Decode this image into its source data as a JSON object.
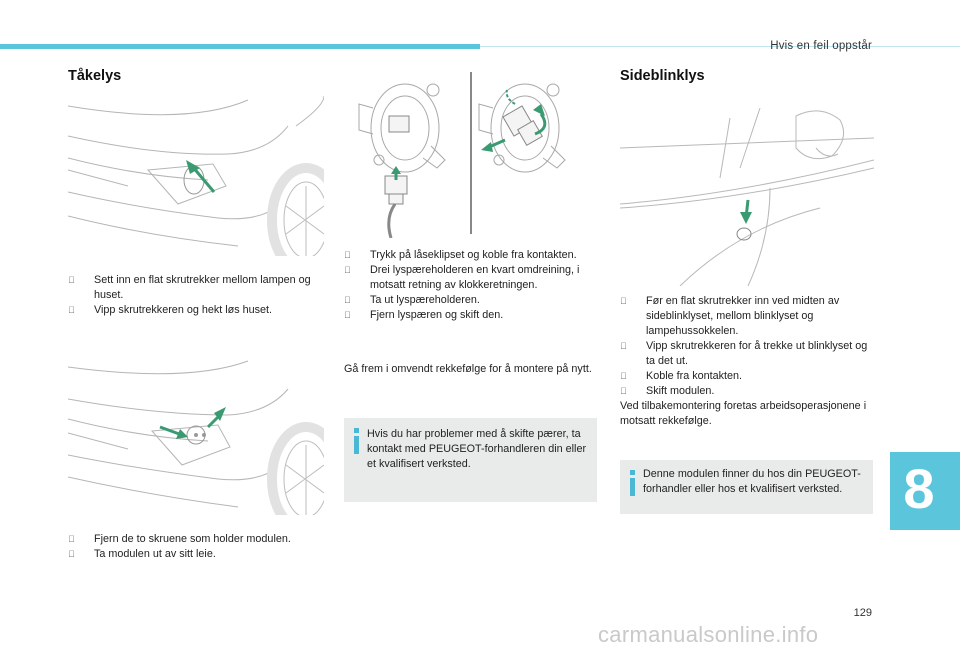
{
  "header": {
    "section_title": "Hvis en feil oppstår"
  },
  "left": {
    "heading": "Tåkelys",
    "steps_1": [
      {
        "bullet": "",
        "text": "Sett inn en flat skrutrekker mellom lampen og huset."
      },
      {
        "bullet": "",
        "text": "Vipp skrutrekkeren og hekt løs huset."
      }
    ],
    "steps_2": [
      {
        "bullet": "",
        "text": "Fjern de to skruene som holder modulen."
      },
      {
        "bullet": "",
        "text": "Ta modulen ut av sitt leie."
      }
    ]
  },
  "middle": {
    "steps": [
      {
        "bullet": "",
        "text": "Trykk på låseklipset og koble fra kontakten."
      },
      {
        "bullet": "",
        "text": "Drei lyspæreholderen en kvart omdreining, i motsatt retning av klokkeretningen."
      },
      {
        "bullet": "",
        "text": "Ta ut lyspæreholderen."
      },
      {
        "bullet": "",
        "text": "Fjern lyspæren og skift den."
      }
    ],
    "reassembly": "Gå frem i omvendt rekkefølge for å montere på nytt.",
    "note": "Hvis du har problemer med å skifte pærer, ta kontakt med PEUGEOT-forhandleren din eller et kvalifisert verksted."
  },
  "right": {
    "heading": "Sideblinklys",
    "steps": [
      {
        "bullet": "",
        "text": "Før en flat skrutrekker inn ved midten av sideblinklyset, mellom blinklyset og lampehussokkelen."
      },
      {
        "bullet": "",
        "text": "Vipp skrutrekkeren for å trekke ut blinklyset og ta det ut."
      },
      {
        "bullet": "",
        "text": "Koble fra kontakten."
      },
      {
        "bullet": "",
        "text": "Skift modulen."
      }
    ],
    "after": "Ved tilbakemontering foretas arbeidsoperasjonene i motsatt rekkefølge.",
    "note": "Denne modulen finner du hos din PEUGEOT-forhandler eller hos et kvalifisert verksted."
  },
  "chapter_number": "8",
  "page_number": "129",
  "watermark": "carmanualsonline.info",
  "colors": {
    "accent": "#5bc5dc",
    "arrow": "#3a9a72",
    "note_bg": "#e9ebea"
  }
}
